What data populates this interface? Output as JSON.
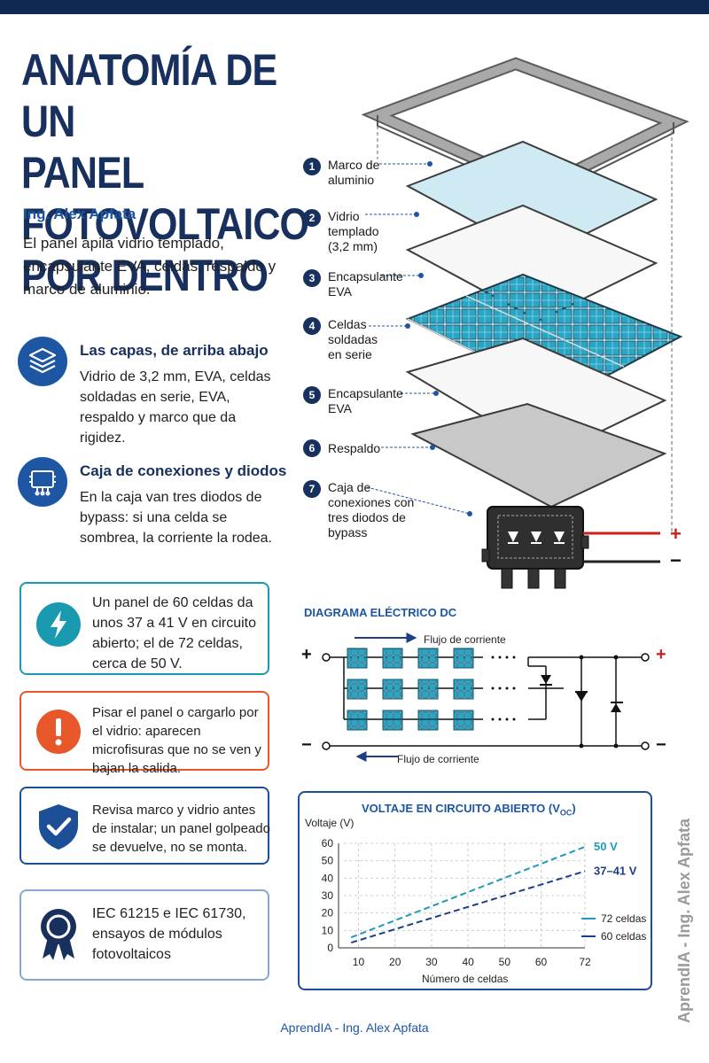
{
  "header": {
    "title_lines": [
      "ANATOMÍA DE UN",
      "PANEL FOTOVOLTAICO",
      "POR DENTRO"
    ],
    "author": "Ing. Alex Apfata",
    "intro": "El panel apila vidrio templado, encapsulante EVA, celdas, respaldo y marco de aluminio."
  },
  "features": [
    {
      "icon": "layers-icon",
      "title": "Las capas, de arriba abajo",
      "body": "Vidrio de 3,2 mm, EVA, celdas soldadas en serie, EVA, respaldo y marco que da rigidez."
    },
    {
      "icon": "junction-box-icon",
      "title": "Caja de conexiones y diodos",
      "body": "En la caja van tres diodos de bypass: si una celda se sombrea, la corriente la rodea."
    }
  ],
  "cards": [
    {
      "icon": "lightning-icon",
      "color": "#1a9aae",
      "text": "Un panel de 60 celdas da unos 37 a 41 V en circuito abierto; el de 72 celdas, cerca de 50 V."
    },
    {
      "icon": "warning-icon",
      "color": "#e8572a",
      "text": "Pisar el panel o cargarlo por el vidrio: aparecen microfisuras que no se ven y bajan la salida."
    },
    {
      "icon": "shield-check-icon",
      "color": "#1d4f96",
      "text": "Revisa marco y vidrio antes de instalar; un panel golpeado se devuelve, no se monta."
    },
    {
      "icon": "award-icon",
      "color": "#8aa6cc",
      "text": "IEC 61215 e IEC 61730, ensayos de módulos fotovoltaicos"
    }
  ],
  "layers": [
    {
      "n": "1",
      "label": "Marco de aluminio"
    },
    {
      "n": "2",
      "label": "Vidrio templado (3,2 mm)"
    },
    {
      "n": "3",
      "label": "Encapsulante EVA"
    },
    {
      "n": "4",
      "label": "Celdas soldadas en serie"
    },
    {
      "n": "5",
      "label": "Encapsulante EVA"
    },
    {
      "n": "6",
      "label": "Respaldo"
    },
    {
      "n": "7",
      "label": "Caja de conexiones con tres diodos de bypass"
    }
  ],
  "terminals": {
    "plus": "+",
    "minus": "−"
  },
  "dc_diagram": {
    "title": "DIAGRAMA ELÉCTRICO DC",
    "flow_top": "Flujo de corriente",
    "flow_bottom": "Flujo de corriente"
  },
  "chart_data": {
    "type": "line",
    "title": "VOLTAJE EN CIRCUITO ABIERTO (V",
    "title_sub": "OC",
    "ylabel": "Voltaje (V)",
    "xlabel": "Número de celdas",
    "xticks": [
      10,
      20,
      30,
      40,
      50,
      60,
      72
    ],
    "yticks": [
      0,
      10,
      20,
      30,
      40,
      50,
      60
    ],
    "xlim": [
      6,
      72
    ],
    "ylim": [
      0,
      60
    ],
    "grid": true,
    "legend_position": "bottom-right",
    "series": [
      {
        "name": "72 celdas",
        "color": "#1f9bb8",
        "x": [
          8,
          72
        ],
        "y": [
          6,
          58
        ],
        "end_label": "50 V"
      },
      {
        "name": "60 celdas",
        "color": "#1d3f86",
        "x": [
          8,
          72
        ],
        "y": [
          3,
          44
        ],
        "end_label": "37–41 V"
      }
    ]
  },
  "footer": {
    "credit": "AprendIA - Ing. Alex Apfata",
    "vertical": "AprendIA - Ing. Alex Apfata"
  }
}
